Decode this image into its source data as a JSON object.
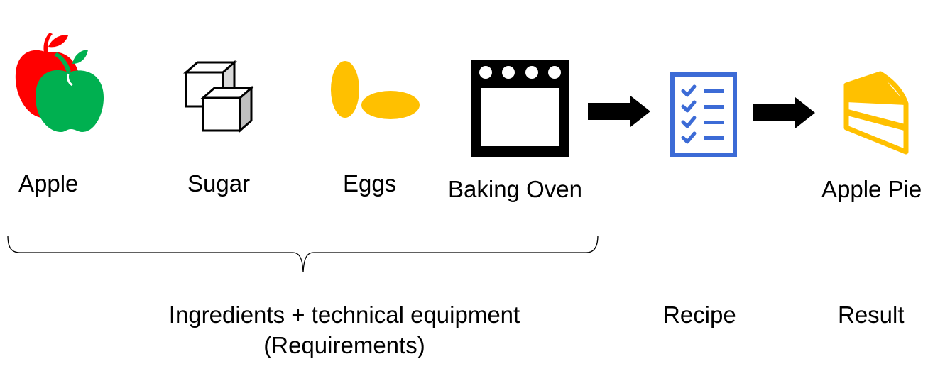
{
  "items": {
    "apple": "Apple",
    "sugar": "Sugar",
    "eggs": "Eggs",
    "oven": "Baking Oven",
    "pie": "Apple Pie"
  },
  "groups": {
    "requirements_line1": "Ingredients + technical equipment",
    "requirements_line2": "(Requirements)",
    "recipe": "Recipe",
    "result": "Result"
  },
  "colors": {
    "apple_red": "#ff0000",
    "apple_green": "#00b050",
    "egg_yellow": "#ffc000",
    "recipe_blue": "#3c6bd6",
    "pie_yellow": "#ffc000",
    "black": "#000000"
  },
  "icons": {
    "apple": "apple-icon",
    "sugar": "sugar-cubes-icon",
    "eggs": "eggs-icon",
    "oven": "oven-icon",
    "recipe": "checklist-icon",
    "pie": "pie-slice-icon",
    "arrow": "arrow-right-icon",
    "brace": "curly-brace-icon"
  }
}
